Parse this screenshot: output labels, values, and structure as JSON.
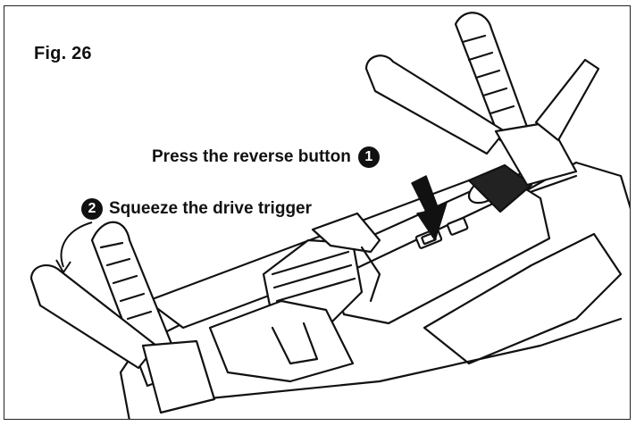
{
  "figure": {
    "title": "Fig. 26"
  },
  "steps": [
    {
      "number": "1",
      "label": "Press the reverse button"
    },
    {
      "number": "2",
      "label": "Squeeze the drive trigger"
    }
  ],
  "colors": {
    "ink": "#111111",
    "background": "#ffffff"
  },
  "icons": {
    "step1": "filled-circle-number-1",
    "step2": "filled-circle-number-2",
    "press_arrow": "down-arrow",
    "squeeze_arrow": "curved-rotation-arrow"
  }
}
